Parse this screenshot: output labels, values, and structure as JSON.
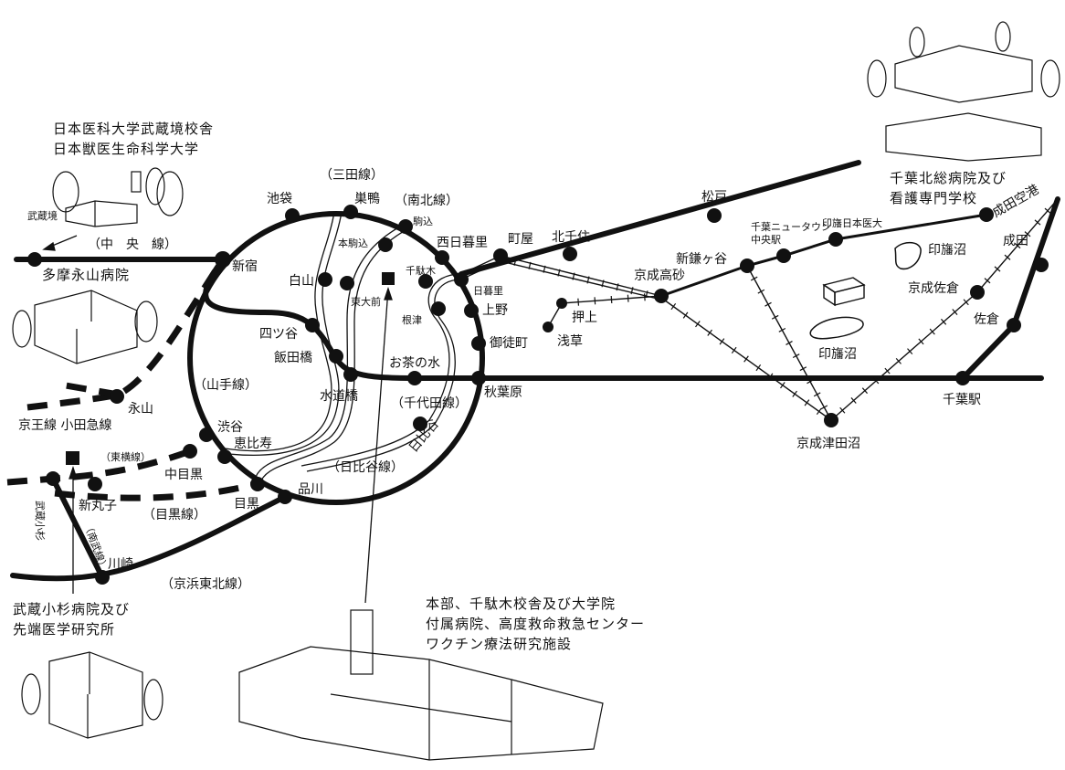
{
  "institutions": {
    "musashisakai_l1": "日本医科大学武蔵境校舎",
    "musashisakai_l2": "日本獣医生命科学大学",
    "tama_nagayama": "多摩永山病院",
    "musashikosugi_l1": "武蔵小杉病院及び",
    "musashikosugi_l2": "先端医学研究所",
    "hq_l1": "本部、千駄木校舎及び大学院",
    "hq_l2": "付属病院、高度救命救急センター",
    "hq_l3": "ワクチン療法研究施設",
    "chiba_hokuso_l1": "千葉北総病院及び",
    "chiba_hokuso_l2": "看護専門学校"
  },
  "lines": {
    "chuo": "（中　央　線）",
    "mita": "（三田線）",
    "nanboku": "（南北線）",
    "yamanote": "（山手線）",
    "chiyoda": "（千代田線）",
    "hibiya_line": "（日比谷線）",
    "toyoko": "（東横線）",
    "meguro_line": "（目黒線）",
    "keihin_tohoku": "（京浜東北線）",
    "keio_odakyu": "京王線 小田急線",
    "nambu": "（南武線）"
  },
  "stations": {
    "musashisakai": "武蔵境",
    "shinjuku": "新宿",
    "ikebukuro": "池袋",
    "sugamo": "巣鴨",
    "komagome": "駒込",
    "honkomagome": "本駒込",
    "hakusan": "白山",
    "todaimae": "東大前",
    "sendagi": "千駄木",
    "nezu": "根津",
    "nishinippori": "西日暮里",
    "nippori": "日暮里",
    "ueno": "上野",
    "okachimachi": "御徒町",
    "machiya": "町屋",
    "kitasenju": "北千住",
    "yotsuya": "四ツ谷",
    "iidabashi": "飯田橋",
    "suidobashi": "水道橋",
    "ochanomizu": "お茶の水",
    "akihabara": "秋葉原",
    "hibiya_sta": "日比谷",
    "shibuya": "渋谷",
    "ebisu": "恵比寿",
    "nakameguro": "中目黒",
    "meguro": "目黒",
    "shinagawa": "品川",
    "shinmaruko": "新丸子",
    "musashikosugi": "武蔵小杉",
    "kawasaki": "川崎",
    "nagayama": "永山",
    "matsudo": "松戸",
    "shinkamagaya": "新鎌ヶ谷",
    "chiba_nt_l1": "千葉ニュータウン",
    "chiba_nt_l2": "中央駅",
    "inba_nichi_idai": "印旛日本医大",
    "narita_airport": "成田空港",
    "narita": "成田",
    "keisei_takasago": "京成高砂",
    "oshiage": "押上",
    "asakusa": "浅草",
    "keisei_sakura": "京成佐倉",
    "sakura": "佐倉",
    "chiba_eki": "千葉駅",
    "keisei_tsudanuma": "京成津田沼",
    "inbanuma_1": "印旛沼",
    "inbanuma_2": "印旛沼"
  },
  "colors": {
    "line": "#111111",
    "background": "#ffffff"
  }
}
